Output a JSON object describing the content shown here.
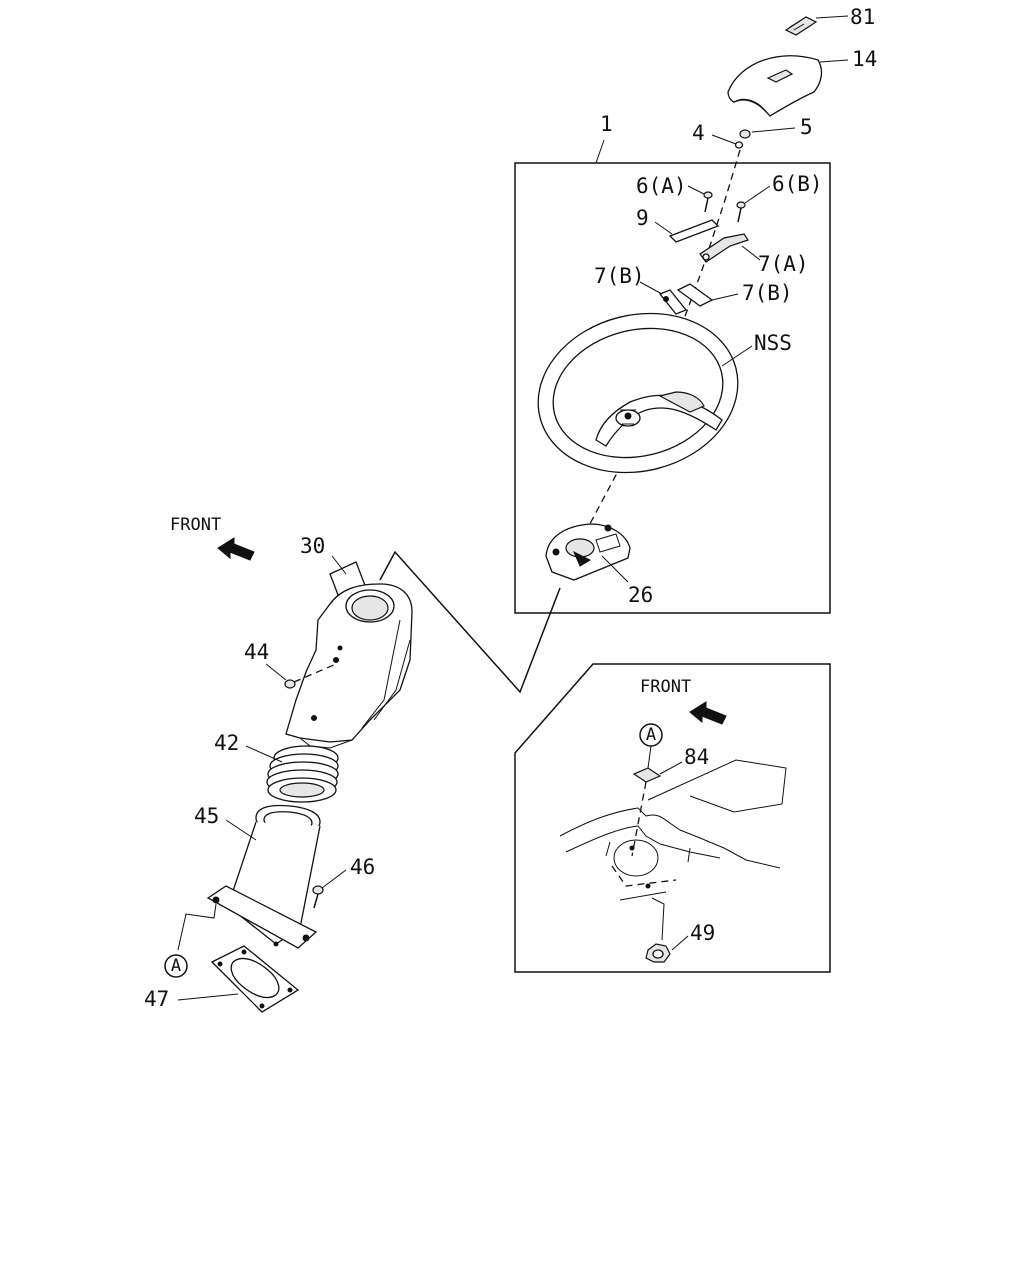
{
  "labels": {
    "p81": "81",
    "p14": "14",
    "p1": "1",
    "p4": "4",
    "p5": "5",
    "p6a": "6(A)",
    "p6b": "6(B)",
    "p9": "9",
    "p7a": "7(A)",
    "p7b_left": "7(B)",
    "p7b_right": "7(B)",
    "nss": "NSS",
    "p26": "26",
    "front_main": "FRONT",
    "p30": "30",
    "p44": "44",
    "p42": "42",
    "p45": "45",
    "p46": "46",
    "p47": "47",
    "ref_a_left": "A",
    "front_inset": "FRONT",
    "ref_a_inset": "A",
    "p84": "84",
    "p49": "49"
  }
}
